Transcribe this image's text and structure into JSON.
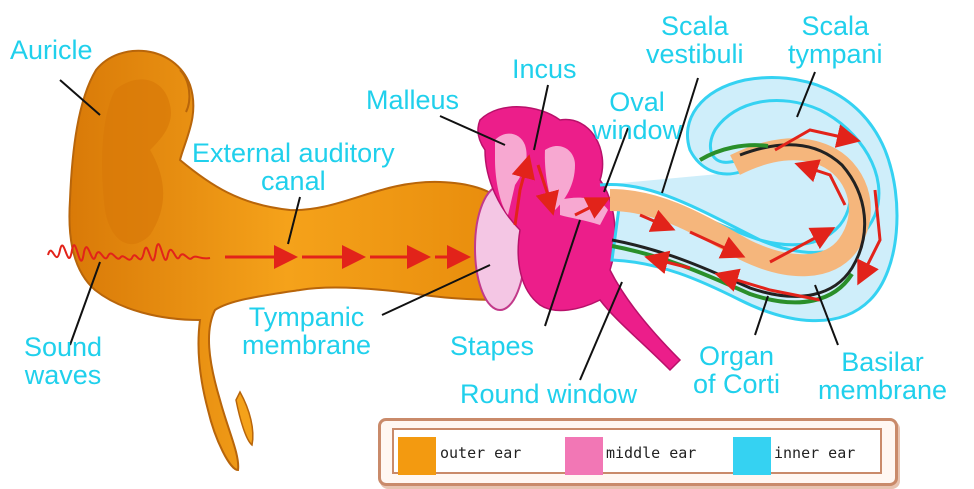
{
  "labels": {
    "auricle": "Auricle",
    "external_1": "External auditory",
    "external_2": "canal",
    "sound_1": "Sound",
    "sound_2": "waves",
    "tympanic_1": "Tympanic",
    "tympanic_2": "membrane",
    "malleus": "Malleus",
    "incus": "Incus",
    "oval_1": "Oval",
    "oval_2": "window",
    "stapes": "Stapes",
    "round_window": "Round window",
    "vestibuli_1": "Scala",
    "vestibuli_2": "vestibuli",
    "tympani_1": "Scala",
    "tympani_2": "tympani",
    "organ_1": "Organ",
    "organ_2": "of Corti",
    "basilar_1": "Basilar",
    "basilar_2": "membrane"
  },
  "legend": [
    {
      "label": "outer ear",
      "color": "#f39a10"
    },
    {
      "label": "middle ear",
      "color": "#f277b5"
    },
    {
      "label": "inner ear",
      "color": "#35d2f2"
    }
  ],
  "colors": {
    "label": "#20d0ec",
    "outer_ear": "#f39a10",
    "middle_ear": "#ec1e8a",
    "inner_ear": "#8fe2f5",
    "arrow": "#e2231a"
  }
}
